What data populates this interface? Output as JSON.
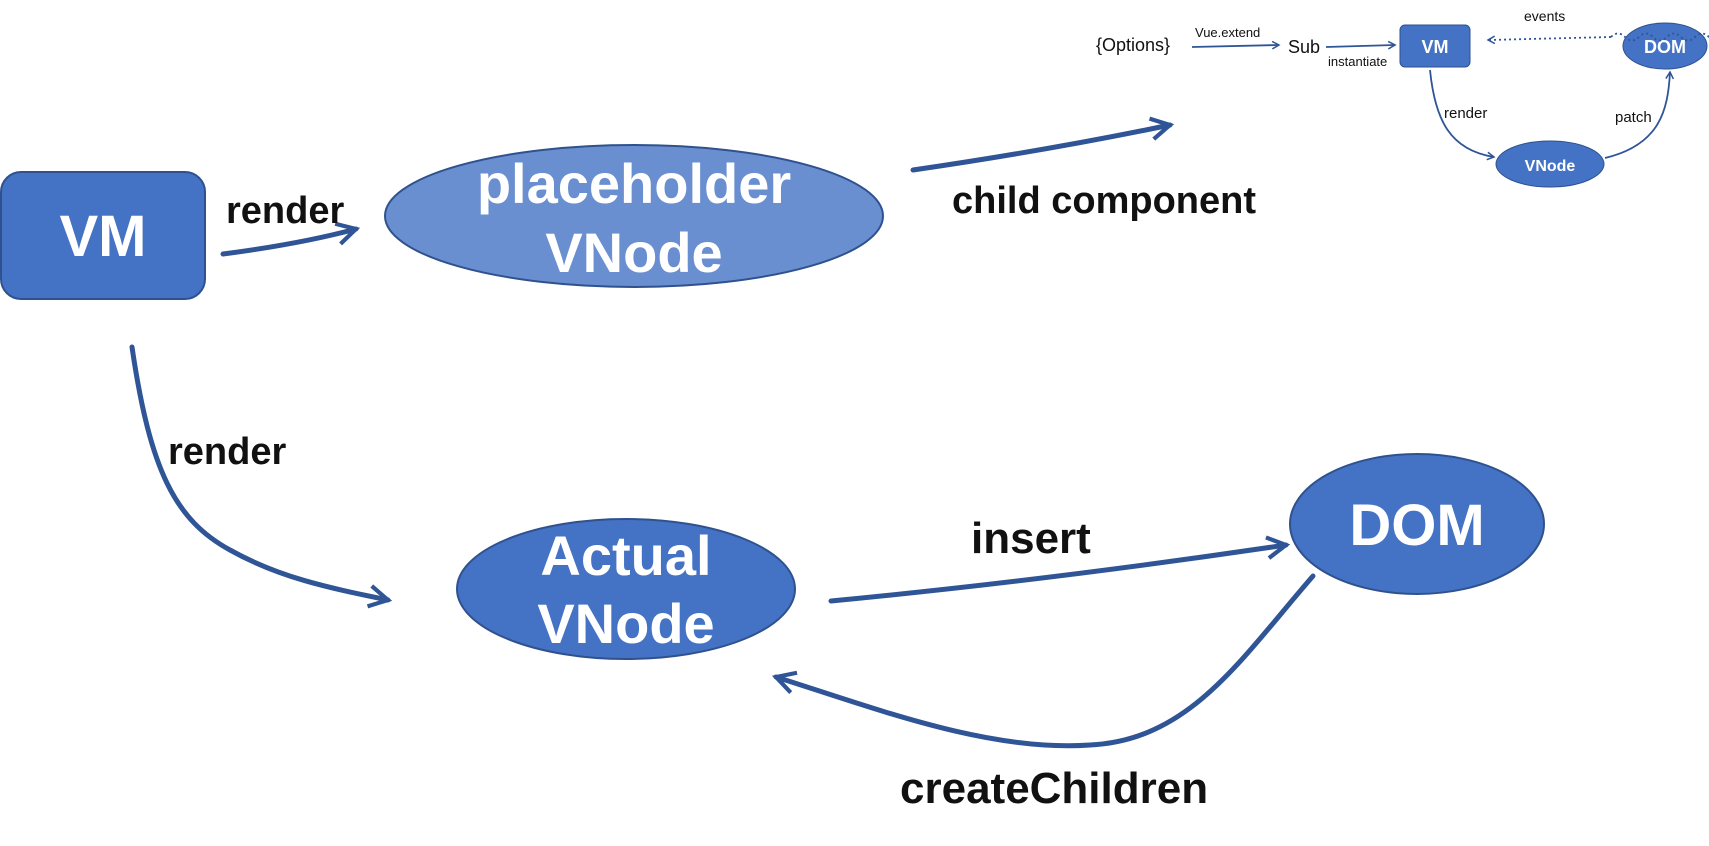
{
  "colors": {
    "node_fill": "#4472c4",
    "node_fill_light": "#6a8fd0",
    "node_stroke": "#2f528f",
    "edge": "#2f5597",
    "label": "#111111",
    "node_text": "#ffffff"
  },
  "main": {
    "nodes": {
      "vm": "VM",
      "placeholder_line1": "placeholder",
      "placeholder_line2": "VNode",
      "actual_line1": "Actual",
      "actual_line2": "VNode",
      "dom": "DOM"
    },
    "edges": {
      "vm_to_placeholder": "render",
      "placeholder_to_child": "child component",
      "vm_to_actual": "render",
      "actual_to_dom": "insert",
      "dom_to_actual": "createChildren"
    }
  },
  "inset": {
    "options": "{Options}",
    "extend": "Vue.extend",
    "sub": "Sub",
    "instantiate": "instantiate",
    "vm": "VM",
    "events": "events",
    "dom": "DOM",
    "render": "render",
    "patch": "patch",
    "vnode": "VNode"
  }
}
